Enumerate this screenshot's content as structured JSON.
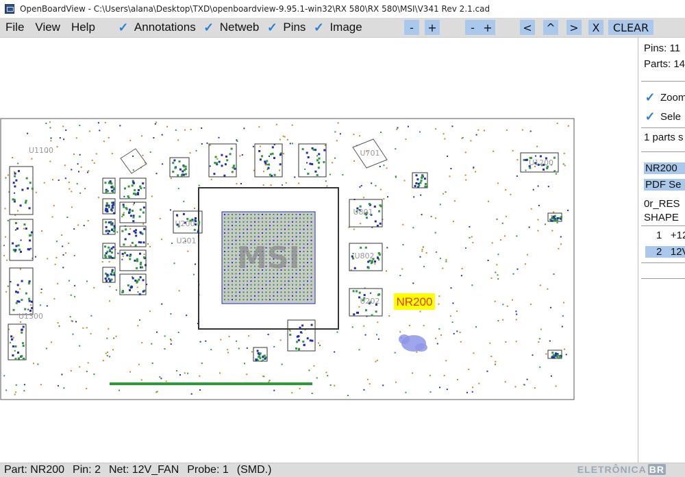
{
  "window": {
    "title": "OpenBoardView - C:\\Users\\alana\\Desktop\\TXD\\openboardview-9.95.1-win32\\RX 580\\RX 580\\MSI\\V341 Rev 2.1.cad"
  },
  "menubar": {
    "menus": [
      "File",
      "View",
      "Help"
    ],
    "toggles": [
      {
        "label": "Annotations",
        "checked": true
      },
      {
        "label": "Netweb",
        "checked": true
      },
      {
        "label": "Pins",
        "checked": true
      },
      {
        "label": "Image",
        "checked": true
      }
    ],
    "tools": [
      "-",
      "+",
      "-",
      "+",
      "<",
      "^",
      ">",
      "X",
      "CLEAR"
    ]
  },
  "board": {
    "highlight_label": "NR200",
    "part_labels": [
      "U701",
      "U1200",
      "U801",
      "U802",
      "U200",
      "U201",
      "U202",
      "U1300",
      "U1100"
    ],
    "chip_label": "MSI",
    "highlight_color": "#ffff00",
    "highlight_text_color": "#e53b00",
    "pin_green": "#2e9a3a",
    "pin_blue": "#1f2fb0",
    "pin_orange": "#c98a1a"
  },
  "sidepanel": {
    "pins": "Pins: 11",
    "parts": "Parts: 14",
    "zoom_label": "Zoom",
    "select_label": "Sele",
    "parts_selected": "1 parts s",
    "selected_part": "NR200",
    "pdf_search": "PDF Se",
    "part_type": "0r_RES",
    "part_shape": "SHAPE",
    "pins_list": [
      {
        "num": "1",
        "net": "+12"
      },
      {
        "num": "2",
        "net": "12V"
      }
    ]
  },
  "status": {
    "part": "Part: NR200",
    "pin": "Pin: 2",
    "net": "Net: 12V_FAN",
    "probe": "Probe: 1",
    "type": "(SMD.)"
  },
  "watermark": {
    "text": "ELETRÔNICA",
    "badge": "BR"
  }
}
